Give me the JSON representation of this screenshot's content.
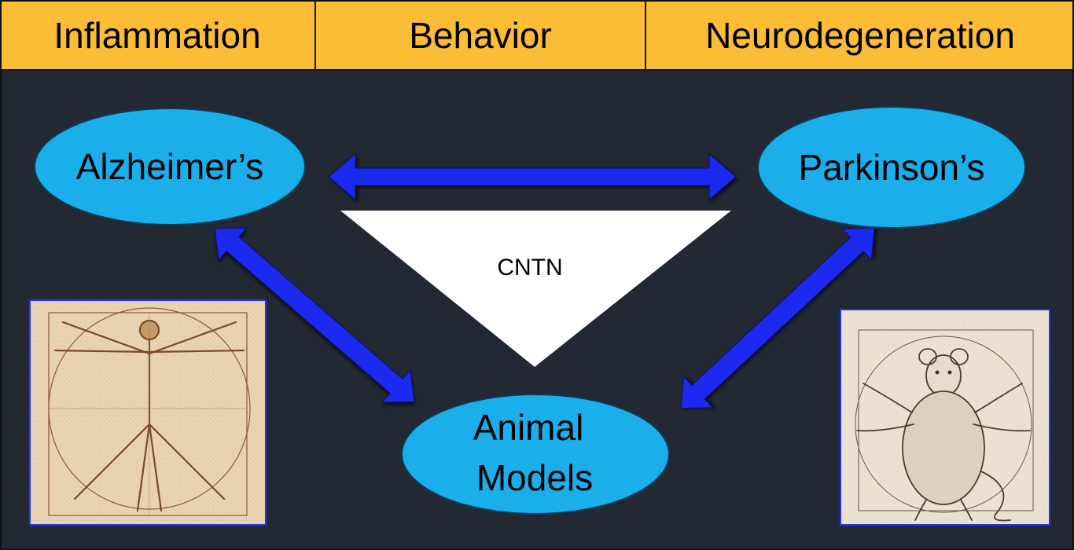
{
  "header": {
    "tabs": [
      {
        "label": "Inflammation"
      },
      {
        "label": "Behavior"
      },
      {
        "label": "Neurodegeneration"
      }
    ]
  },
  "diagram": {
    "nodes": {
      "alzheimers": "Alzheimer’s",
      "parkinsons": "Parkinson’s",
      "animal_models_line1": "Animal",
      "animal_models_line2": "Models"
    },
    "center_label": "CNTN",
    "colors": {
      "header_bg": "#fbbd35",
      "panel_bg": "#222933",
      "node_fill": "#1aaeea",
      "arrow_fill": "#1a2cf0",
      "triangle_fill": "#ffffff"
    },
    "images": {
      "left": "vitruvian-man-sketch",
      "right": "vitruvian-rat-sketch"
    }
  }
}
